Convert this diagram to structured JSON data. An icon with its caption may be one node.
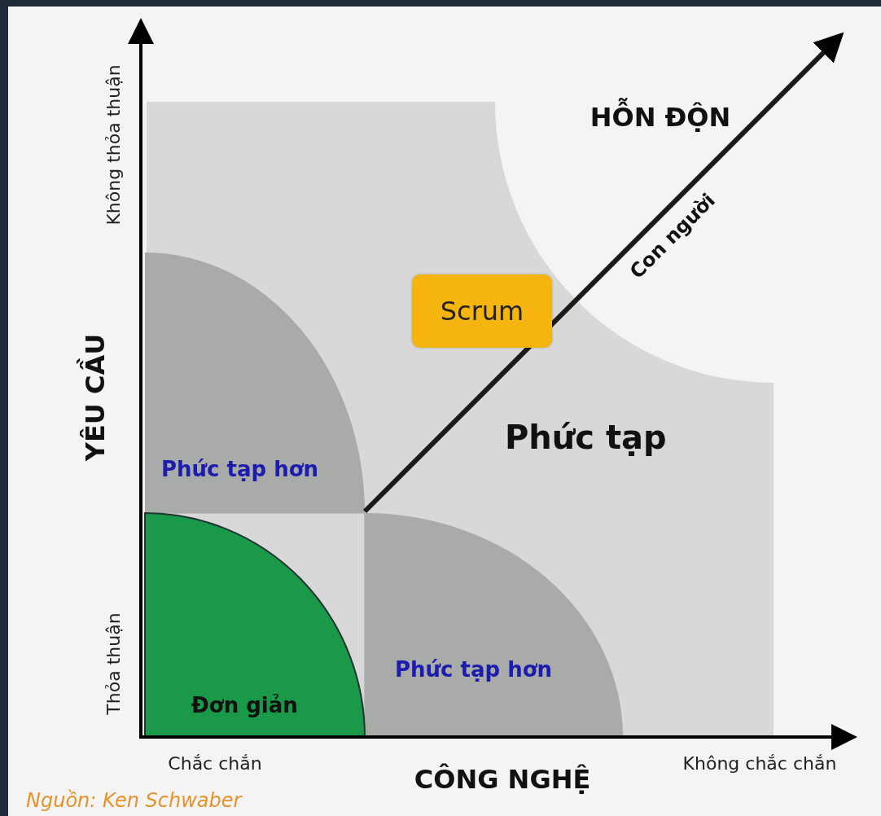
{
  "diagram": {
    "caption": "Nguồn: Ken Schwaber",
    "nodes": [
      {
        "text": [
          "Phức tạp"
        ]
      },
      {
        "text": [
          "Phức tạp hơn"
        ],
        "in": 0
      },
      {
        "text": [
          "Scrum"
        ],
        "in": 0
      },
      {
        "text": [
          "Phức tạp hơn"
        ],
        "in": 0
      },
      {
        "text": [
          "Đơn giản"
        ],
        "in": 0
      }
    ],
    "edges": [],
    "labels": [
      "Không thỏa thuận",
      "HỖN ĐỘN",
      "Con người",
      "YÊU CẦU",
      "Thỏa thuận",
      "Chắc chắn",
      "CÔNG NGHỆ",
      "Không chắc chắn"
    ]
  }
}
